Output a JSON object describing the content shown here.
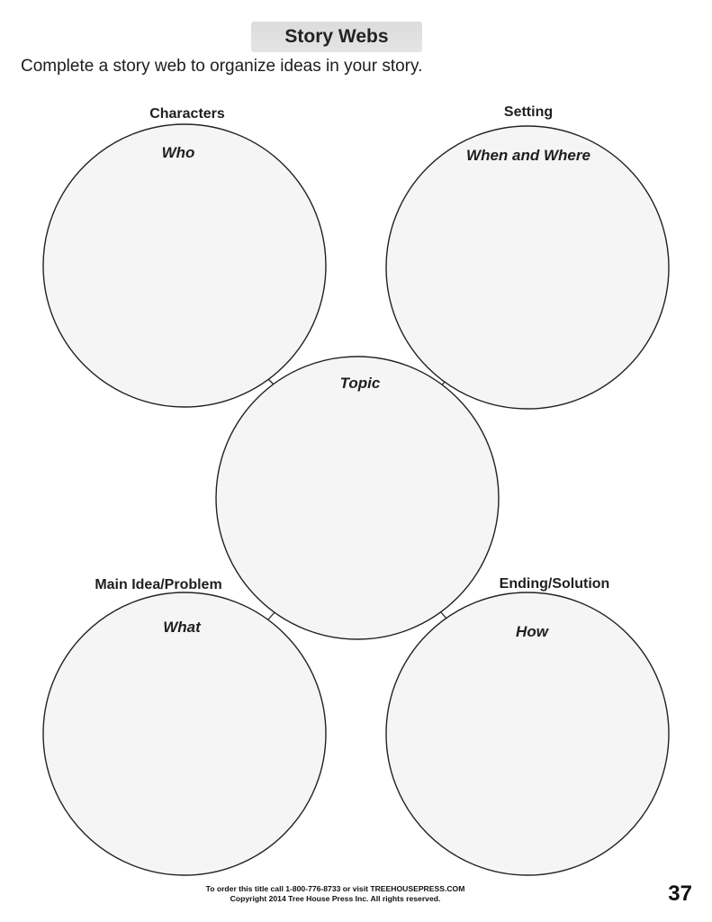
{
  "header": {
    "title": "Story Webs",
    "instructions": "Complete a story web to organize ideas in your story."
  },
  "web": {
    "characters": {
      "label": "Characters",
      "prompt": "Who"
    },
    "setting": {
      "label": "Setting",
      "prompt": "When and Where"
    },
    "topic": {
      "label": "",
      "prompt": "Topic"
    },
    "main_idea": {
      "label": "Main Idea/Problem",
      "prompt": "What"
    },
    "ending": {
      "label": "Ending/Solution",
      "prompt": "How"
    },
    "colors": {
      "circle_fill": "#f5f5f5",
      "circle_stroke": "#222222",
      "title_bg": "#e0e0e0"
    }
  },
  "footer": {
    "order_line": "To order this title call 1-800-776-8733 or visit TREEHOUSEPRESS.COM",
    "copyright": "Copyright 2014 Tree House Press Inc. All rights reserved.",
    "page_number": "37"
  }
}
